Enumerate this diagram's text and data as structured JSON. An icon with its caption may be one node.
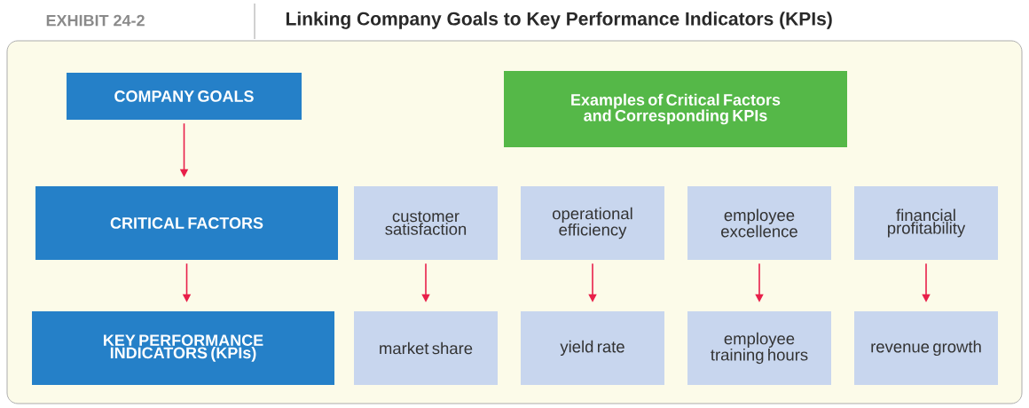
{
  "diagram": {
    "title": "Linking Company Goals to Key Performance Indicators (KPIs)",
    "nodes": [
      {
        "text": [
          "COMPANY GOALS"
        ]
      },
      {
        "text": [
          "Examples of Critical Factors and Corresponding KPIs"
        ]
      },
      {
        "text": [
          "CRITICAL FACTORS"
        ]
      },
      {
        "text": [
          "customer satisfaction"
        ]
      },
      {
        "text": [
          "operational efficiency"
        ]
      },
      {
        "text": [
          "employee excellence"
        ]
      },
      {
        "text": [
          "financial profitability"
        ]
      },
      {
        "text": [
          "KEY PERFORMANCE INDICATORS (KPIs)"
        ]
      },
      {
        "text": [
          "market share"
        ]
      },
      {
        "text": [
          "yield rate"
        ]
      },
      {
        "text": [
          "employee training hours"
        ]
      },
      {
        "text": [
          "revenue growth"
        ]
      }
    ],
    "edges": [
      {
        "from": 0,
        "to": 2,
        "arrow": "to"
      },
      {
        "from": 2,
        "to": 7,
        "arrow": "to"
      },
      {
        "from": 3,
        "to": 8,
        "arrow": "to"
      },
      {
        "from": 4,
        "to": 9,
        "arrow": "to"
      },
      {
        "from": 5,
        "to": 10,
        "arrow": "to"
      },
      {
        "from": 6,
        "to": 11,
        "arrow": "to"
      }
    ],
    "labels": [
      "EXHIBIT 24-2"
    ]
  }
}
